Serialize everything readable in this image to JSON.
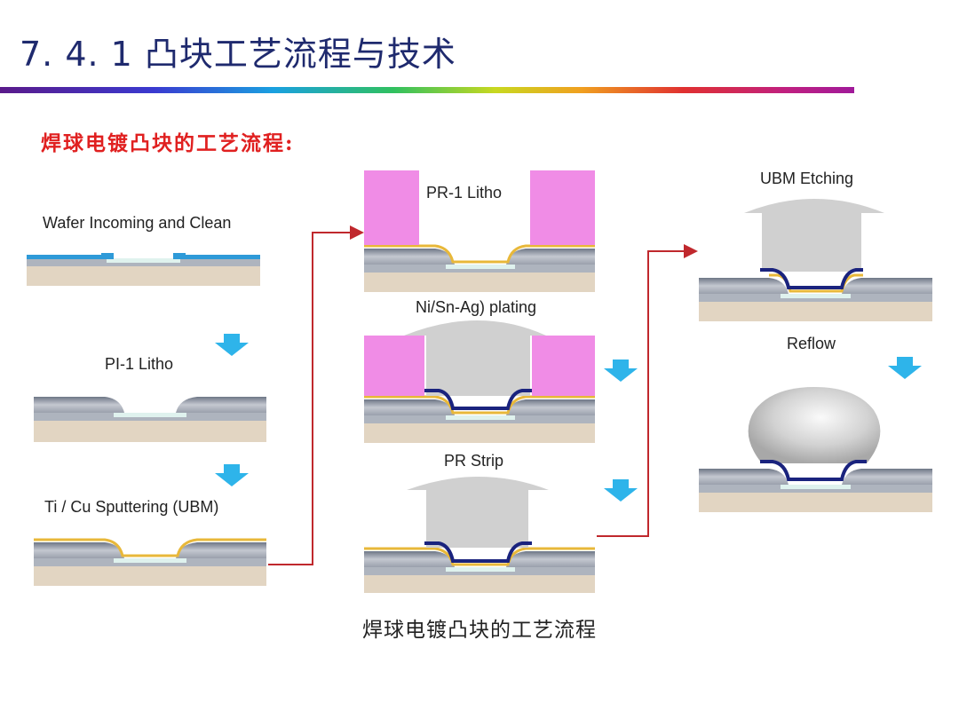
{
  "title": "7. 4. 1  凸块工艺流程与技术",
  "subtitle": "焊球电镀凸块的工艺流程:",
  "caption": "焊球电镀凸块的工艺流程",
  "steps": [
    {
      "label": "Wafer Incoming and Clean"
    },
    {
      "label": "PI-1 Litho"
    },
    {
      "label": "Ti / Cu Sputtering (UBM)"
    },
    {
      "label": "PR-1 Litho"
    },
    {
      "label": "Ni/Sn-Ag) plating"
    },
    {
      "label": "PR Strip"
    },
    {
      "label": "UBM Etching"
    },
    {
      "label": "Reflow"
    }
  ],
  "colors": {
    "title": "#1f2a6e",
    "subtitle": "#e02020",
    "arrow_down": "#2eb4ea",
    "flow_line": "#c0282d",
    "photoresist": "#f08ce6",
    "seed_layer": "#e8b83a",
    "ubm_pad": "#1a237e",
    "solder": "#c8c8c8",
    "substrate": "#e2d5c2",
    "passivation": "#a6acb8",
    "metal_line": "#2e9ad8"
  }
}
